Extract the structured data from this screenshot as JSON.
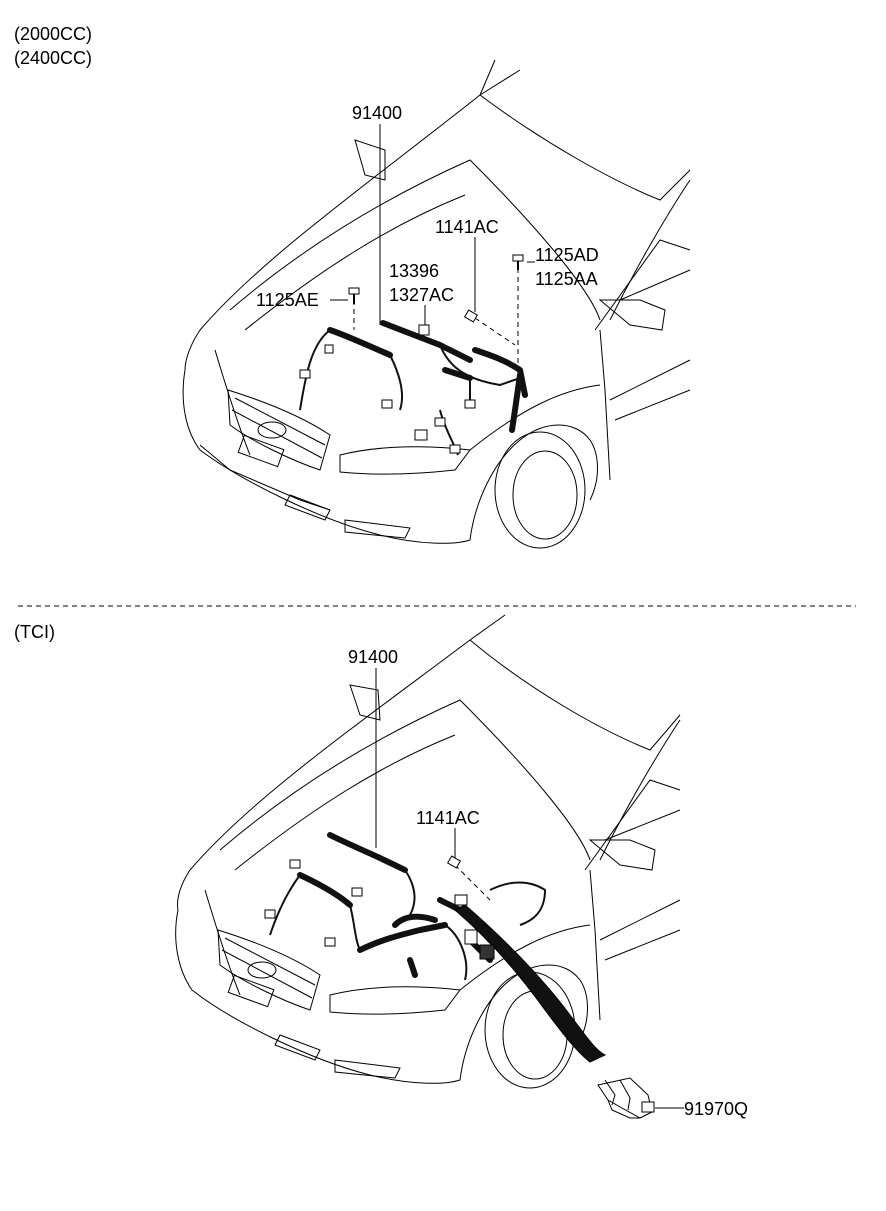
{
  "top_section": {
    "engine_labels": [
      "(2000CC)",
      "(2400CC)"
    ],
    "callouts": {
      "harness": "91400",
      "bolt_upper": "1141AC",
      "bolt_right_a": "1125AD",
      "bolt_right_b": "1125AA",
      "clip_a": "13396",
      "clip_b": "1327AC",
      "bolt_left": "1125AE"
    }
  },
  "bottom_section": {
    "engine_label": "(TCI)",
    "callouts": {
      "harness": "91400",
      "bolt_upper": "1141AC",
      "protector": "91970Q"
    }
  }
}
